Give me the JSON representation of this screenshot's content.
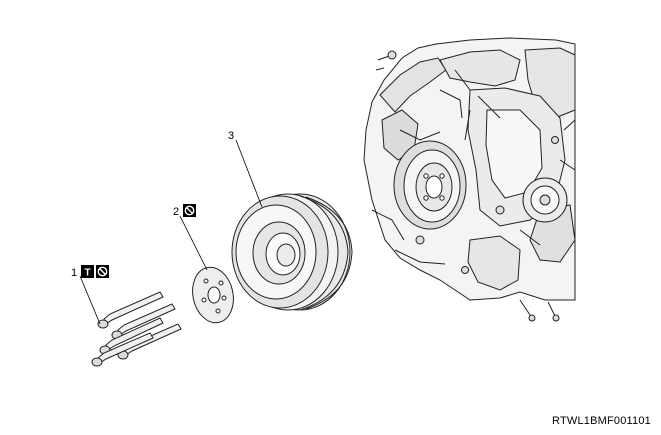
{
  "diagram": {
    "reference_code": "RTWL1BMF001101",
    "callouts": [
      {
        "id": "1",
        "label": "1",
        "symbols": [
          "torque-icon",
          "no-reuse-icon"
        ]
      },
      {
        "id": "2",
        "label": "2",
        "symbols": [
          "no-reuse-icon"
        ]
      },
      {
        "id": "3",
        "label": "3",
        "symbols": []
      }
    ],
    "symbol_glyphs": {
      "torque": "T",
      "no_reuse": "⊘"
    }
  }
}
